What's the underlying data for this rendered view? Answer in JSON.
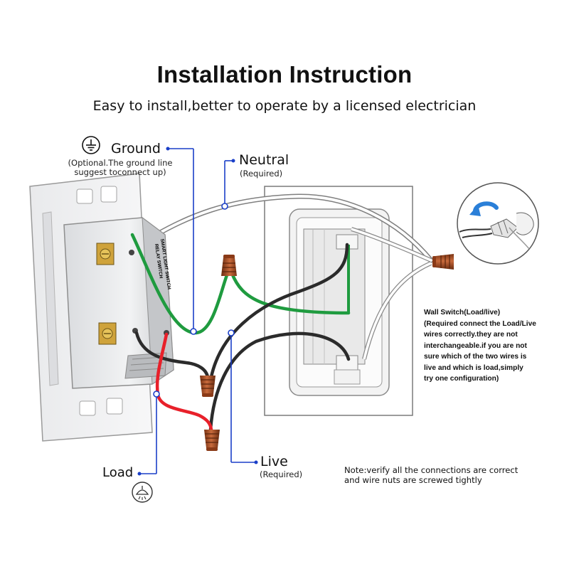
{
  "title": "Installation Instruction",
  "subtitle": "Easy to install,better to operate by a licensed electrician",
  "ground": {
    "label": "Ground",
    "note_line1": "(Optional.The ground line",
    "note_line2": "suggest toconnect up)"
  },
  "neutral": {
    "label": "Neutral",
    "note": "(Required)"
  },
  "live": {
    "label": "Live",
    "note": "(Required)"
  },
  "load": {
    "label": "Load"
  },
  "switch_label": "SMART LIGHT SWITCH",
  "switch_label2": "RELAY SWITCH",
  "wall_switch": {
    "title": "Wall Switch(Load/live)",
    "lines": [
      "(Required connect the Load/Live",
      "wires correctly.they are not",
      "interchangeable.if you are not",
      "sure which of the two wires is",
      "live and which is load,simply",
      "try one configuration)"
    ]
  },
  "note": {
    "line1": "Note:verify all the connections are correct",
    "line2": "and wire nuts are screwed tightly"
  },
  "colors": {
    "ground_wire": "#1f9b3f",
    "neutral_wire": "#ffffff",
    "live_wire": "#2b2b2b",
    "load_wire": "#e8202a",
    "pointer": "#1a3fc8",
    "wire_nut": "#b5542a",
    "inset_arrow": "#2a7fd8"
  },
  "icons": [
    "ground-icon",
    "light-fixture-icon",
    "wire-twist-icon",
    "wire-nut-icon"
  ]
}
